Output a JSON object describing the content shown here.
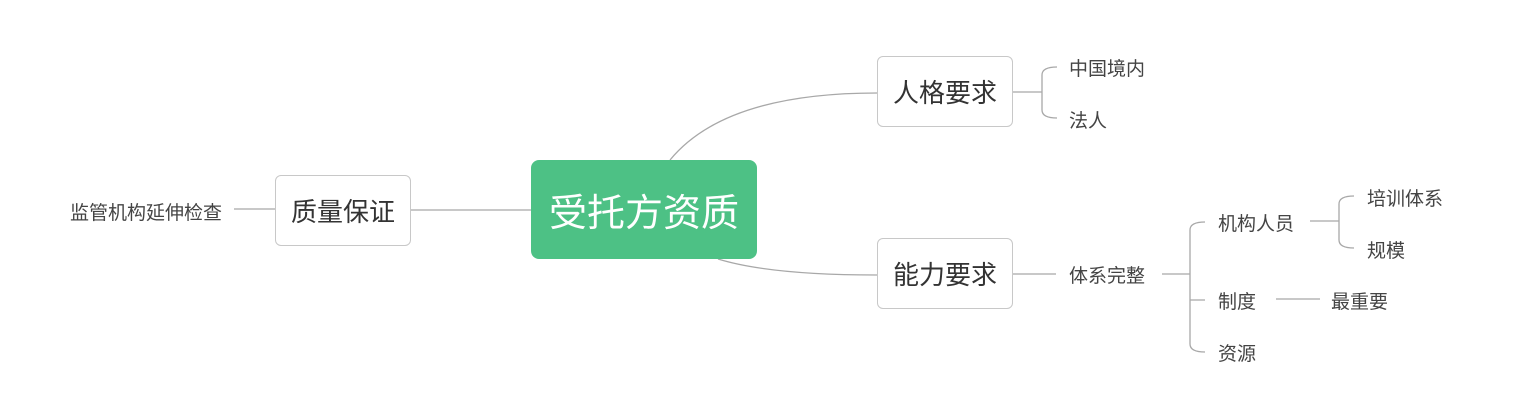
{
  "root": {
    "label": "受托方资质"
  },
  "branches": {
    "personality": {
      "label": "人格要求",
      "children": [
        "中国境内",
        "法人"
      ]
    },
    "capability": {
      "label": "能力要求",
      "system": {
        "label": "体系完整",
        "org": {
          "label": "机构人员",
          "children": [
            "培训体系",
            "规模"
          ]
        },
        "rules": {
          "label": "制度",
          "child": "最重要"
        },
        "resources": {
          "label": "资源"
        }
      }
    },
    "quality": {
      "label": "质量保证",
      "child": "监管机构延伸检查"
    }
  },
  "colors": {
    "root_fill": "#4dc185",
    "root_text": "#ffffff",
    "box_border": "#c8c8c8",
    "connector": "#a8a8a8",
    "text": "#333333"
  }
}
